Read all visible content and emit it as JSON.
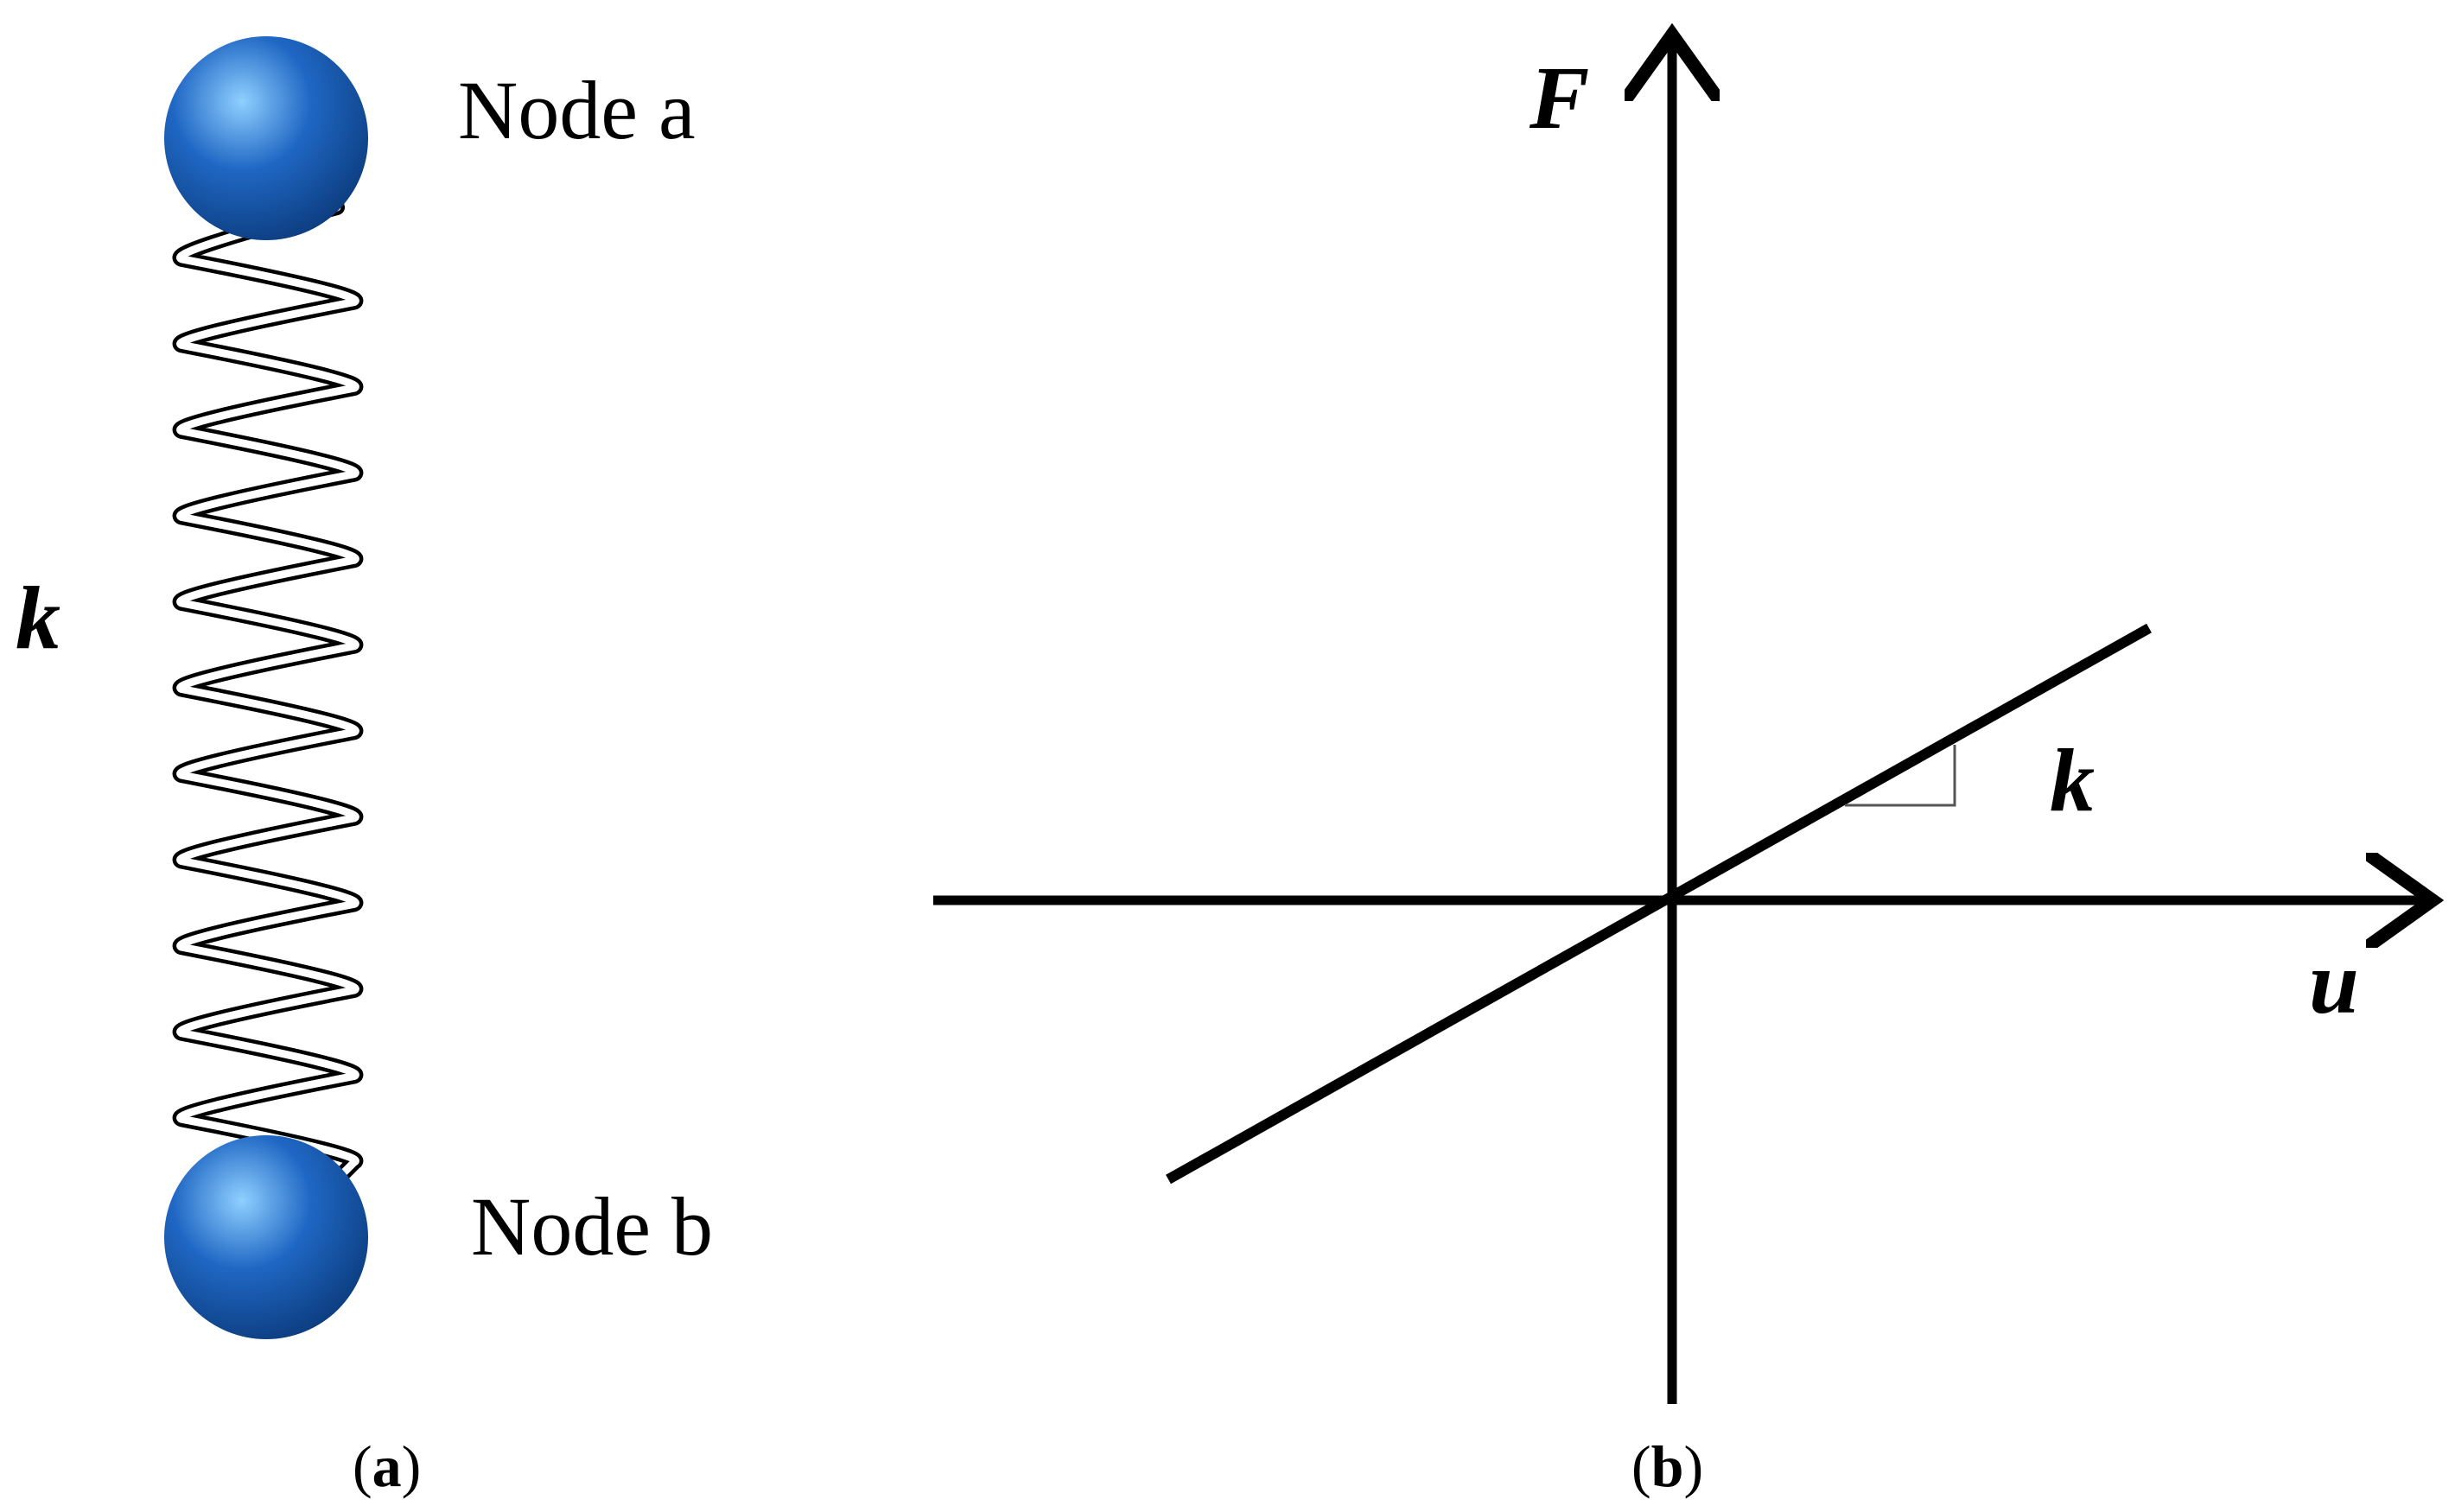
{
  "panel_a": {
    "node_top_label": "Node a",
    "node_bottom_label": "Node b",
    "spring_label": "k",
    "caption_open": "(",
    "caption_letter": "a",
    "caption_close": ")",
    "node_color": "#1f67c4",
    "node_highlight": "#8fd0ff",
    "node_shadow": "#0b3a7a"
  },
  "panel_b": {
    "y_axis_label": "F",
    "x_axis_label": "u",
    "slope_label": "k",
    "caption_open": "(",
    "caption_letter": "b",
    "caption_close": ")"
  }
}
